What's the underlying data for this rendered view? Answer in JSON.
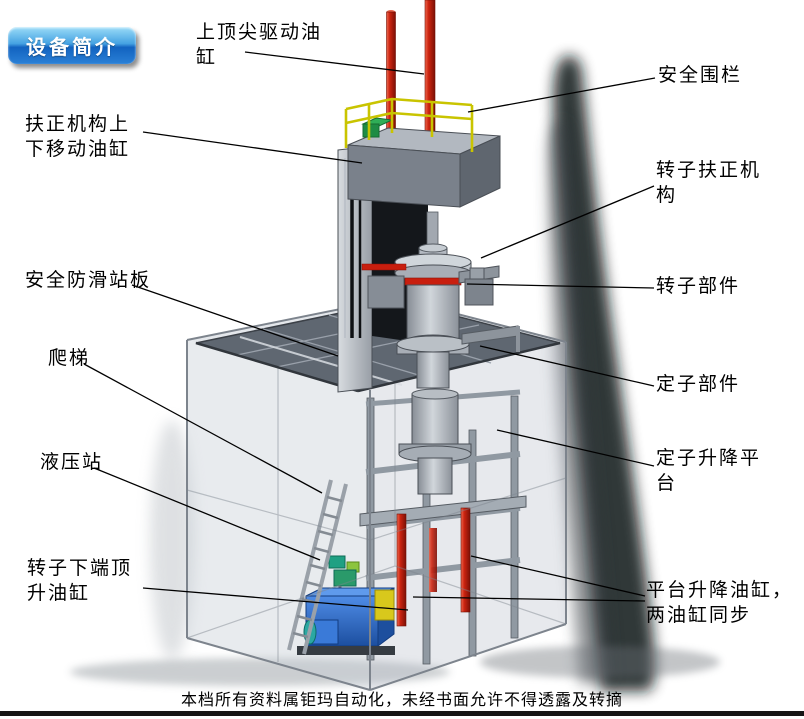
{
  "badge": {
    "label": "设备简介"
  },
  "labels": {
    "top_center_cylinder": "上顶尖驱动油\n缸",
    "safety_fence": "安全围栏",
    "centering_mechanism_cylinder": "扶正机构上\n下移动油缸",
    "rotor_centering_mechanism": "转子扶正机\n构",
    "anti_slip_board": "安全防滑站板",
    "rotor_component": "转子部件",
    "ladder": "爬梯",
    "stator_component": "定子部件",
    "hydraulic_station": "液压站",
    "stator_lifting_platform": "定子升降平\n台",
    "rotor_bottom_jack_cylinder": "转子下端顶\n升油缸",
    "platform_lifting_cylinders": "平台升降油缸，\n两油缸同步"
  },
  "footer": {
    "text": "本档所有资料属钜玛自动化，未经书面允许不得透露及转摘"
  },
  "colors": {
    "badge_blue_top": "#9bdcf8",
    "badge_blue_bottom": "#1263c0",
    "cylinder_red": "#c81e0e",
    "railing_yellow": "#c9c400",
    "hydraulic_blue": "#2b6fd4",
    "steel_gray": "#9aa1a9",
    "platform_gray": "#5f6771"
  }
}
